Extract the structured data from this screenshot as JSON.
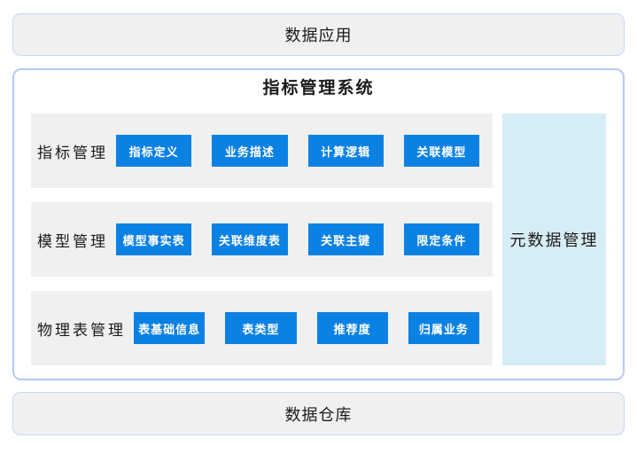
{
  "top_bar": {
    "label": "数据应用"
  },
  "system": {
    "title": "指标管理系统",
    "rows": [
      {
        "label": "指标管理",
        "buttons": [
          "指标定义",
          "业务描述",
          "计算逻辑",
          "关联模型"
        ]
      },
      {
        "label": "模型管理",
        "buttons": [
          "模型事实表",
          "关联维度表",
          "关联主键",
          "限定条件"
        ]
      },
      {
        "label": "物理表管理",
        "buttons": [
          "表基础信息",
          "表类型",
          "推荐度",
          "归属业务"
        ]
      }
    ],
    "side_panel": {
      "label": "元数据管理"
    }
  },
  "bottom_bar": {
    "label": "数据仓库"
  },
  "colors": {
    "button_blue": "#0c81e4",
    "button_text": "#ffffff",
    "side_panel_cyan": "#d7edf5",
    "row_gray": "#f0f0f0",
    "bar_gray": "#f0f0f0",
    "bar_border": "#c6d5f8",
    "container_border": "#b5c8f8"
  }
}
